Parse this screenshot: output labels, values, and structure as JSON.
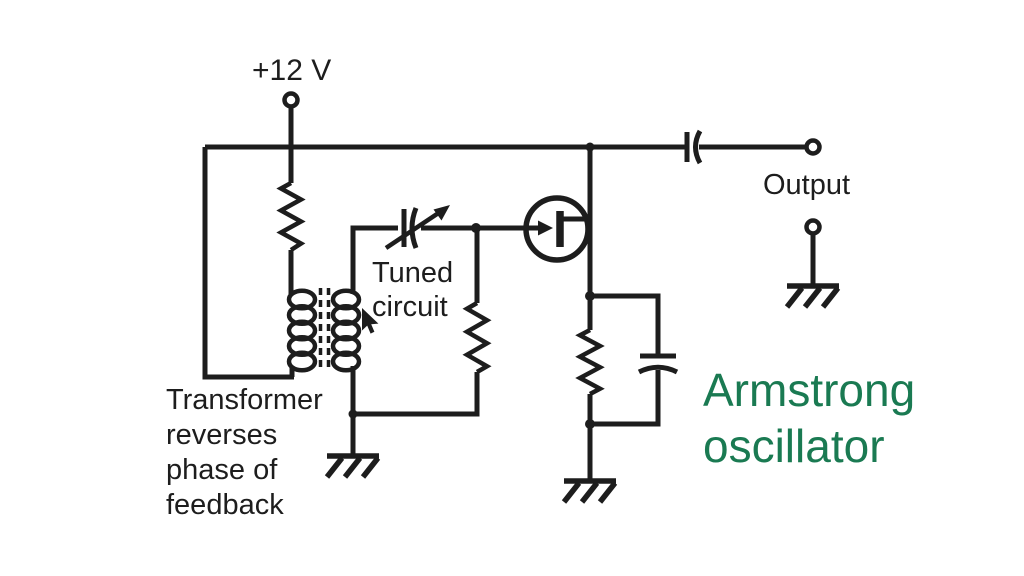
{
  "diagram": {
    "supply_label": "+12 V",
    "tuned_label_line1": "Tuned",
    "tuned_label_line2": "circuit",
    "note_line1": "Transformer",
    "note_line2": "reverses",
    "note_line3": "phase of",
    "note_line4": "feedback",
    "output_label": "Output",
    "title_line1": "Armstrong",
    "title_line2": "oscillator"
  },
  "colors": {
    "wire": "#1d1d1d",
    "text": "#1d1d1d",
    "title_green": "#1a7a52",
    "background": "#ffffff"
  },
  "components": [
    {
      "name": "supply-terminal",
      "label": "+12 V"
    },
    {
      "name": "bias-resistor"
    },
    {
      "name": "transformer",
      "windings": 2,
      "core_style": "dashed"
    },
    {
      "name": "variable-capacitor"
    },
    {
      "name": "tuned-circuit-resistor"
    },
    {
      "name": "mosfet-transistor"
    },
    {
      "name": "source-resistor"
    },
    {
      "name": "source-bypass-capacitor"
    },
    {
      "name": "output-coupling-capacitor"
    },
    {
      "name": "output-terminal",
      "label": "Output"
    },
    {
      "name": "ground-symbol",
      "count": 3
    }
  ]
}
